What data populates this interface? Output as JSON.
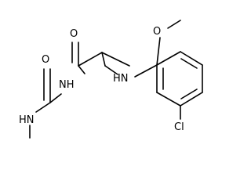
{
  "molecule": {
    "atom_labels": {
      "carbonyl_o_left": "O",
      "carbonyl_o_right": "O",
      "methoxy_o": "O",
      "amide_nh": "NH",
      "methyl_nh": "HN",
      "aryl_nh": "HN",
      "chlorine": "Cl"
    },
    "colors": {
      "line": "#000000",
      "background": "#ffffff"
    }
  }
}
